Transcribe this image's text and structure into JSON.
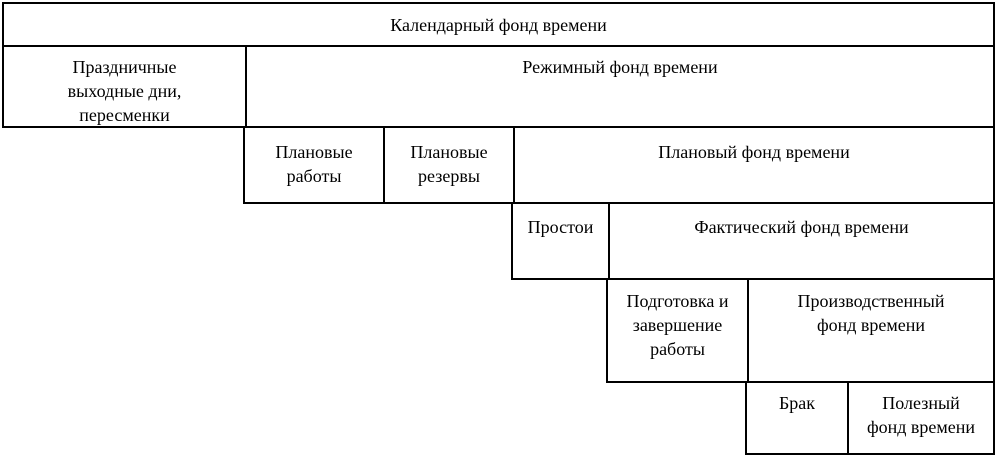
{
  "diagram": {
    "background_color": "#ffffff",
    "line_color": "#000000",
    "text_color": "#000000",
    "rows": [
      {
        "cells": [
          {
            "lines": [
              "Календарный фонд времени"
            ]
          }
        ]
      },
      {
        "cells": [
          {
            "lines": [
              "Праздничные",
              "выходные дни,",
              "пересменки"
            ]
          },
          {
            "lines": [
              "Режимный фонд времени"
            ]
          }
        ]
      },
      {
        "cells": [
          {
            "lines": [
              "Плановые",
              "работы"
            ]
          },
          {
            "lines": [
              "Плановые",
              "резервы"
            ]
          },
          {
            "lines": [
              "Плановый фонд времени"
            ]
          }
        ]
      },
      {
        "cells": [
          {
            "lines": [
              "Простои"
            ]
          },
          {
            "lines": [
              "Фактический фонд времени"
            ]
          }
        ]
      },
      {
        "cells": [
          {
            "lines": [
              "Подготовка и",
              "завершение",
              "работы"
            ]
          },
          {
            "lines": [
              "Производственный",
              "фонд времени"
            ]
          }
        ]
      },
      {
        "cells": [
          {
            "lines": [
              "Брак"
            ]
          },
          {
            "lines": [
              "Полезный",
              "фонд времени"
            ]
          }
        ]
      }
    ]
  }
}
